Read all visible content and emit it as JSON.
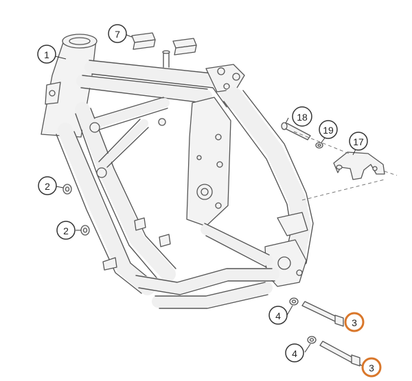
{
  "diagram": {
    "callouts": [
      {
        "id": "c1",
        "label": "1",
        "highlight": false
      },
      {
        "id": "c7",
        "label": "7",
        "highlight": false
      },
      {
        "id": "c18",
        "label": "18",
        "highlight": false
      },
      {
        "id": "c19",
        "label": "19",
        "highlight": false
      },
      {
        "id": "c17",
        "label": "17",
        "highlight": false
      },
      {
        "id": "c2a",
        "label": "2",
        "highlight": false
      },
      {
        "id": "c2b",
        "label": "2",
        "highlight": false
      },
      {
        "id": "c4a",
        "label": "4",
        "highlight": false
      },
      {
        "id": "c3a",
        "label": "3",
        "highlight": true
      },
      {
        "id": "c4b",
        "label": "4",
        "highlight": false
      },
      {
        "id": "c3b",
        "label": "3",
        "highlight": true
      }
    ],
    "highlight_color": "#d9772b"
  }
}
